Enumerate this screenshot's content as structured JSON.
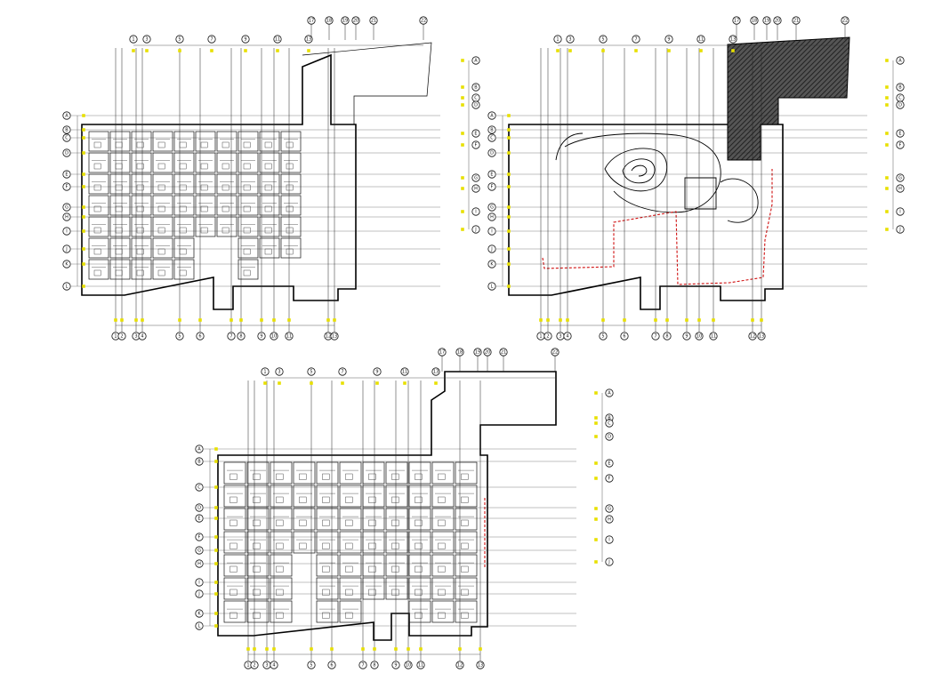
{
  "drawing": {
    "title": "",
    "colors": {
      "background": "#ffffff",
      "line": "#000000",
      "grid_marker": "#e8e000",
      "boundary_dash": "#d01010",
      "hatch": "#333333"
    }
  },
  "plans": [
    {
      "id": "plan-1",
      "bottom_axes": [
        "1",
        "2",
        "3",
        "4",
        "5",
        "6",
        "7",
        "8",
        "9",
        "10",
        "11",
        "12",
        "13"
      ],
      "top_axes": [
        "1",
        "3",
        "5",
        "7",
        "9",
        "11",
        "13"
      ],
      "top_right_axes": [
        "17",
        "18",
        "19",
        "20",
        "21",
        "22"
      ],
      "left_axes": [
        "A",
        "B",
        "C",
        "D",
        "E",
        "F",
        "G",
        "H",
        "I",
        "J",
        "K",
        "L"
      ],
      "right_axes": [
        "A",
        "B",
        "C",
        "D",
        "E",
        "F",
        "G",
        "H",
        "I",
        "J"
      ]
    },
    {
      "id": "plan-2",
      "bottom_axes": [
        "1",
        "2",
        "3",
        "4",
        "5",
        "6",
        "7",
        "8",
        "9",
        "10",
        "11",
        "12",
        "13"
      ],
      "top_axes": [
        "1",
        "3",
        "5",
        "7",
        "9",
        "11",
        "13"
      ],
      "top_right_axes": [
        "17",
        "18",
        "19",
        "20",
        "21",
        "22"
      ],
      "left_axes": [
        "A",
        "B",
        "C",
        "D",
        "E",
        "F",
        "G",
        "H",
        "I",
        "J",
        "K",
        "L"
      ],
      "right_axes": [
        "A",
        "B",
        "C",
        "D",
        "E",
        "F",
        "G",
        "H",
        "I",
        "J"
      ]
    },
    {
      "id": "plan-3",
      "bottom_axes": [
        "1",
        "2",
        "3",
        "4",
        "5",
        "6",
        "7",
        "8",
        "9",
        "10",
        "11",
        "12",
        "13"
      ],
      "top_axes": [
        "1",
        "3",
        "5",
        "7",
        "9",
        "11",
        "13"
      ],
      "top_right_axes": [
        "17",
        "18",
        "19",
        "20",
        "21",
        "22"
      ],
      "left_axes": [
        "A",
        "B",
        "C",
        "D",
        "E",
        "F",
        "G",
        "H",
        "I",
        "J",
        "K",
        "L"
      ],
      "right_axes": [
        "A",
        "B",
        "C",
        "D",
        "E",
        "F",
        "G",
        "H",
        "I",
        "J"
      ]
    }
  ]
}
